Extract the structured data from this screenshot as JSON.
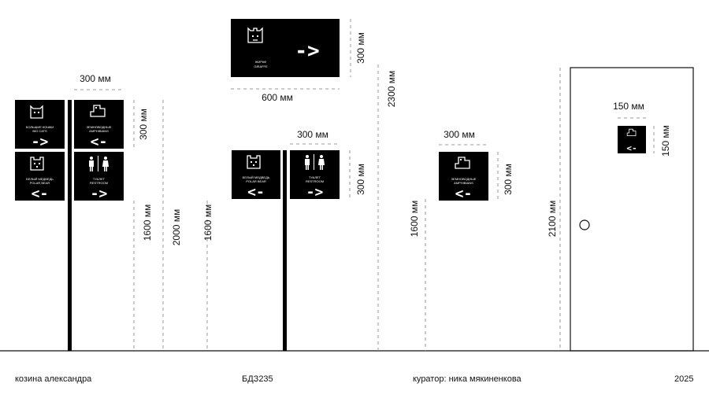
{
  "dims": {
    "w300": "300 мм",
    "w600": "600 мм",
    "w150": "150 мм",
    "h300": "300 мм",
    "h150": "150 мм",
    "h1600": "1600 мм",
    "h2000": "2000 мм",
    "h2100": "2100 мм",
    "h2300": "2300 мм"
  },
  "arrows": {
    "right": "->",
    "left": "<-"
  },
  "captions": {
    "big_cats": "БОЛЬШИЕ КОШКИ",
    "big_cats_en": "BIG CATS",
    "amphibians": "ЗЕМНОВОДНЫЕ",
    "amphibians_en": "AMPHIBIANS",
    "polar_bear": "БЕЛЫЙ МЕДВЕДЬ",
    "polar_bear_en": "POLAR BEAR",
    "toilet": "ТУАЛЕТ",
    "toilet_en": "RESTROOM",
    "giraffe": "ЖИРАФ",
    "giraffe_en": "GIRAFFE"
  },
  "footer": {
    "author": "козина александра",
    "group": "БДЗ235",
    "curator": "куратор: ника мякиненкова",
    "year": "2025"
  },
  "icons": [
    "cat-icon",
    "frog-icon",
    "bear-icon",
    "restroom-icon",
    "giraffe-icon",
    "door-knob-icon"
  ]
}
